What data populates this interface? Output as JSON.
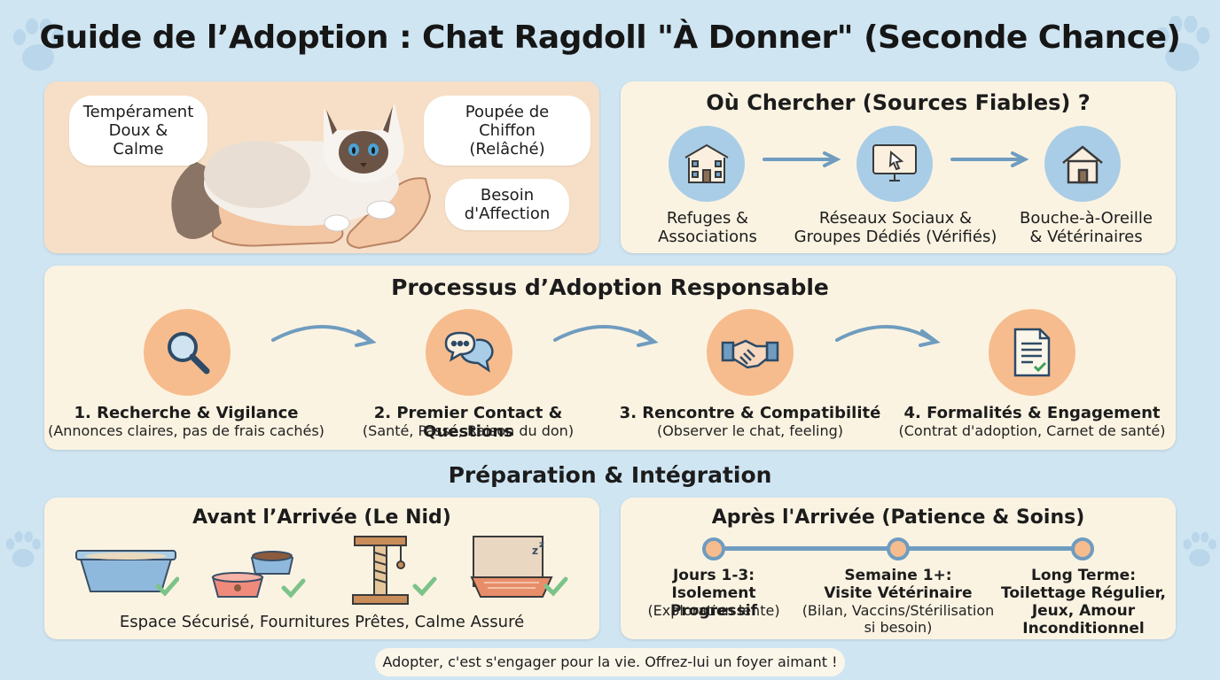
{
  "title": "Guide de l’Adoption : Chat Ragdoll \"À Donner\" (Seconde Chance)",
  "intro": {
    "bubbles": [
      "Tempérament\nDoux & Calme",
      "Poupée de Chiffon\n(Relâché)",
      "Besoin\nd'Affection"
    ]
  },
  "sources": {
    "heading": "Où Chercher (Sources Fiables) ?",
    "items": [
      {
        "icon": "building-icon",
        "label": "Refuges &\nAssociations"
      },
      {
        "icon": "monitor-cursor-icon",
        "label": "Réseaux Sociaux &\nGroupes Dédiés (Vérifiés)"
      },
      {
        "icon": "house-icon",
        "label": "Bouche-à-Oreille\n& Vétérinaires"
      }
    ]
  },
  "process": {
    "heading": "Processus d’Adoption Responsable",
    "steps": [
      {
        "icon": "magnifier-icon",
        "title": "1. Recherche & Vigilance",
        "sub": "(Annonces claires, pas de frais cachés)"
      },
      {
        "icon": "chat-bubbles-icon",
        "title": "2. Premier Contact & Questions",
        "sub": "(Santé, Passé, Raison du don)"
      },
      {
        "icon": "handshake-icon",
        "title": "3. Rencontre & Compatibilité",
        "sub": "(Observer le chat, feeling)"
      },
      {
        "icon": "contract-icon",
        "title": "4. Formalités & Engagement",
        "sub": "(Contrat d'adoption, Carnet de santé)"
      }
    ]
  },
  "prep_heading": "Préparation & Intégration",
  "before": {
    "heading": "Avant l’Arrivée (Le Nid)",
    "caption": "Espace Sécurisé, Fournitures Prêtes, Calme Assuré"
  },
  "after": {
    "heading": "Après l'Arrivée (Patience & Soins)",
    "milestones": [
      {
        "title": "Jours 1-3:\nIsolement Progressif",
        "sub": "(Exploration lente)"
      },
      {
        "title": "Semaine 1+:\nVisite Vétérinaire",
        "sub": "(Bilan, Vaccins/Stérilisation\nsi besoin)"
      },
      {
        "title": "Long Terme:\nToilettage Régulier,\nJeux, Amour\nInconditionnel",
        "sub": ""
      }
    ]
  },
  "footer": "Adopter, c'est s'engager pour la vie. Offrez-lui un foyer aimant !",
  "colors": {
    "background": "#cfe5f2",
    "panel": "#fbf3e2",
    "accent_blue": "#a9cde6",
    "accent_peach": "#f6bc8e",
    "check": "#7cc38a",
    "arrow": "#6f9cbf"
  }
}
